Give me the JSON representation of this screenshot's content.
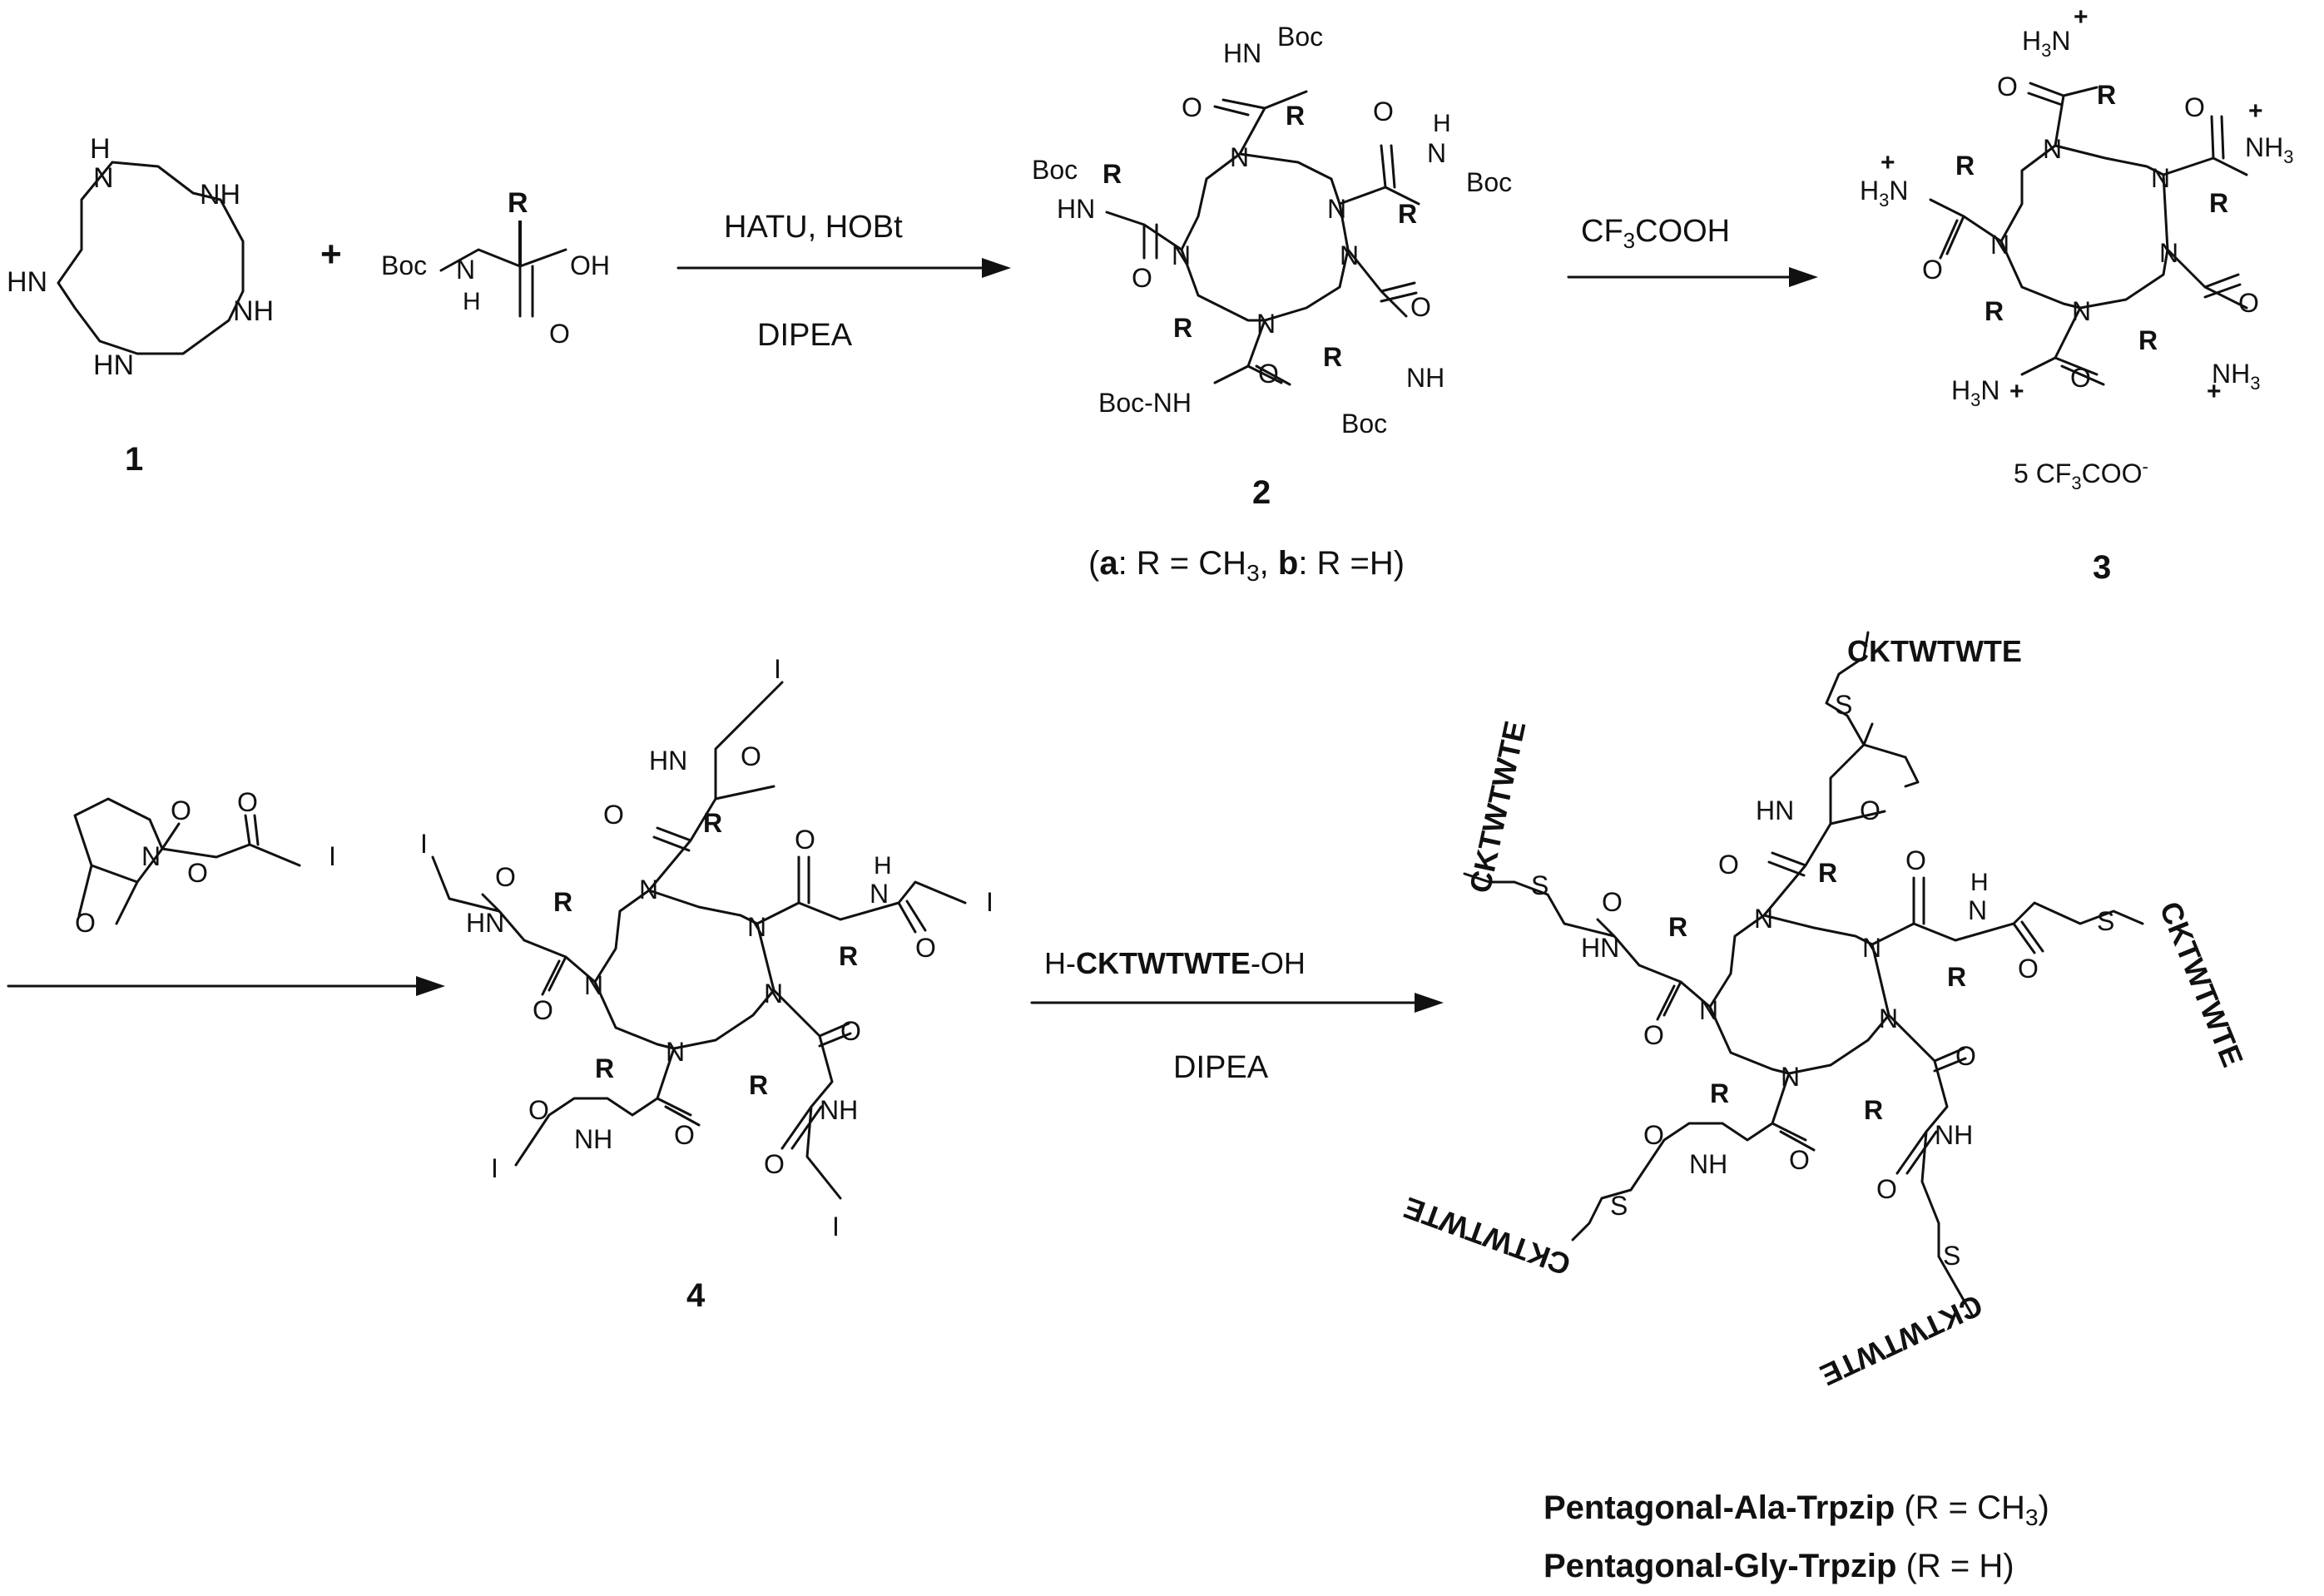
{
  "compounds": {
    "c1": "1",
    "c2": "2",
    "c3": "3",
    "c4": "4"
  },
  "compound2_note": {
    "open": "(",
    "a": "a",
    "a_text": ": R = CH",
    "a_sub": "3",
    "sep": ", ",
    "b": "b",
    "b_text": ": R =H)"
  },
  "compound3_counterion": {
    "pre": "5 CF",
    "sub": "3",
    "post": "COO",
    "sup": "-"
  },
  "reagents": {
    "step1_top": "HATU, HOBt",
    "step1_bottom": "DIPEA",
    "step2_pre": "CF",
    "step2_sub": "3",
    "step2_post": "COOH",
    "step4_pre": "H-",
    "step4_bold": "CKTWTWTE",
    "step4_post": "-OH",
    "step4_bottom": "DIPEA"
  },
  "atoms": {
    "R": "R",
    "NH": "NH",
    "HN": "HN",
    "N": "N",
    "H": "H",
    "O": "O",
    "OH": "OH",
    "Boc": "Boc",
    "BocNH": "Boc-NH",
    "I": "I",
    "S": "S",
    "H3": "H",
    "sub3": "3",
    "plus": "+",
    "NH3": "NH",
    "peptide": "CKTWTWTE",
    "plus_sign": "+"
  },
  "products": {
    "ala_name": "Pentagonal-Ala-Trpzip",
    "ala_r_pre": " (R = CH",
    "ala_r_sub": "3",
    "ala_r_post": ")",
    "gly_name": "Pentagonal-Gly-Trpzip",
    "gly_r": " (R = H)"
  }
}
